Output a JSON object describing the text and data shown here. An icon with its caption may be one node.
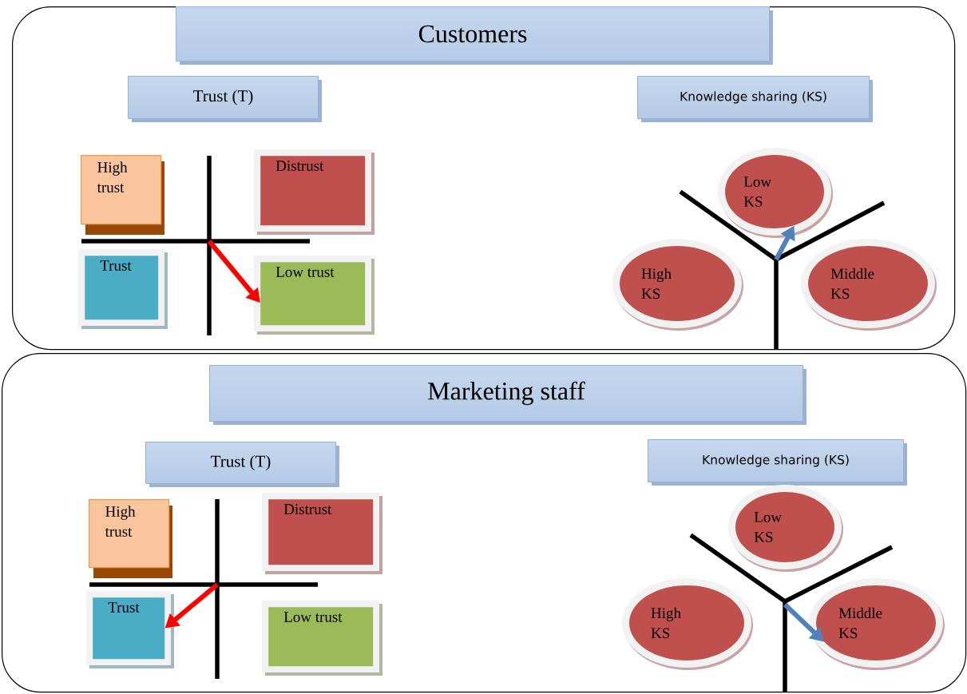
{
  "diagram": {
    "nodes": [
      {
        "text": [],
        "shape": "box"
      },
      {
        "text": [
          "Customers"
        ],
        "in": 0
      },
      {
        "text": [
          "Trust (T)"
        ],
        "in": 0
      },
      {
        "text": [
          "Knowledge sharing (KS)"
        ],
        "in": 0
      },
      {
        "text": [
          "High trust"
        ],
        "in": 0
      },
      {
        "text": [
          "Distrust"
        ],
        "in": 0
      },
      {
        "text": [
          "Trust"
        ],
        "in": 0
      },
      {
        "text": [
          "Low trust"
        ],
        "in": 0
      },
      {
        "text": [
          "Low KS"
        ],
        "in": 0
      },
      {
        "text": [
          "High KS"
        ],
        "in": 0
      },
      {
        "text": [
          "Middle KS"
        ],
        "in": 0
      },
      {
        "text": [],
        "shape": "box"
      },
      {
        "text": [
          "Marketing staff"
        ],
        "in": 11
      },
      {
        "text": [
          "Trust (T)"
        ],
        "in": 11
      },
      {
        "text": [
          "Knowledge sharing (KS)"
        ],
        "in": 11
      },
      {
        "text": [
          "High trust"
        ],
        "in": 11
      },
      {
        "text": [
          "Distrust"
        ],
        "in": 11
      },
      {
        "text": [
          "Trust"
        ],
        "in": 11
      },
      {
        "text": [
          "Low trust"
        ],
        "in": 11
      },
      {
        "text": [
          "Low KS"
        ],
        "in": 11
      },
      {
        "text": [
          "High KS"
        ],
        "in": 11
      },
      {
        "text": [
          "Middle KS"
        ],
        "in": 11
      }
    ],
    "edges": [
      {
        "from": null,
        "to": 7,
        "arrow": "to",
        "color": "#ff0000"
      },
      {
        "from": null,
        "to": 8,
        "arrow": "to",
        "color": "#4f81bd"
      },
      {
        "from": null,
        "to": 17,
        "arrow": "to",
        "color": "#ff0000"
      },
      {
        "from": null,
        "to": 21,
        "arrow": "to",
        "color": "#4f81bd"
      }
    ]
  }
}
